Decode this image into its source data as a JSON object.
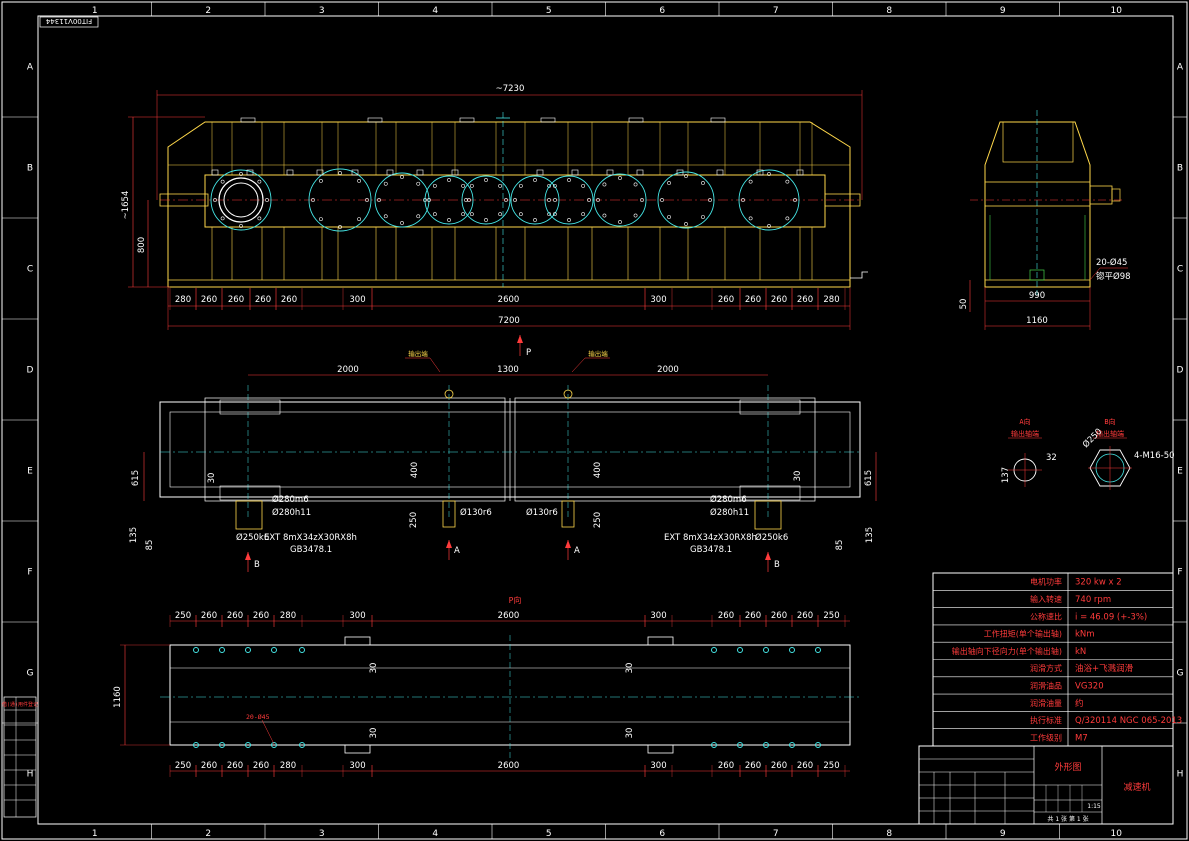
{
  "sheet": {
    "drawing_number": "FIT00V11344",
    "columns": [
      "1",
      "2",
      "3",
      "4",
      "5",
      "6",
      "7",
      "8",
      "9",
      "10"
    ],
    "rows": [
      "A",
      "B",
      "C",
      "D",
      "E",
      "F",
      "G",
      "H"
    ]
  },
  "colors": {
    "background": "#000000",
    "frame": "#ffffff",
    "dimension": "#ff3b3b",
    "outline": "#ffd84a",
    "centerline": "#45e6e6",
    "hidden": "#46d24a"
  },
  "front_view": {
    "overall_length_top": "~7230",
    "overall_height": "~1654",
    "center_height": "800",
    "bottom_dims": [
      "280",
      "260",
      "260",
      "260",
      "260",
      "300",
      "2600",
      "300",
      "260",
      "260",
      "260",
      "260",
      "280"
    ],
    "total_length": "7200",
    "view_arrow": "P"
  },
  "side_view": {
    "width_inner": "990",
    "width_outer": "1160",
    "base_height": "50",
    "bolt_note_1": "20-Ø45",
    "bolt_note_2": "锪平Ø98"
  },
  "top_view": {
    "dims_top": [
      "2000",
      "1300",
      "2000"
    ],
    "label_left_tag": "输出端",
    "label_right_tag": "输出端",
    "depth_left": "615",
    "depth_right": "615",
    "dim_30_left": "30",
    "dim_30_right": "30",
    "dim_400_left": "400",
    "dim_400_right": "400",
    "fit_left_1": "Ø280m6",
    "fit_left_2": "Ø280h11",
    "fit_right_1": "Ø280m6",
    "fit_right_2": "Ø280h11",
    "shaft_left": "Ø130r6",
    "shaft_right": "Ø130r6",
    "dim_250_left": "250",
    "dim_250_right": "250",
    "spline_left": "EXT 8mX34zX30RX8h",
    "std_left": "GB3478.1",
    "spline_right": "EXT 8mX34zX30RX8h",
    "std_right": "GB3478.1",
    "bore_left": "Ø250k6",
    "bore_right": "Ø250k6",
    "dim_135_left": "135",
    "dim_135_right": "135",
    "dim_85_left": "85",
    "dim_85_right": "85",
    "arrow_a": "A",
    "arrow_b": "B"
  },
  "detail_views": {
    "a_title_1": "A向",
    "a_title_2": "输出轴端",
    "a_dim": "32",
    "a_dim2": "137",
    "b_title_1": "B向",
    "b_title_2": "输出轴端",
    "b_note": "4-M16-50",
    "b_dim": "Ø250"
  },
  "foundation_view": {
    "title": "P向",
    "top_dims": [
      "250",
      "260",
      "260",
      "260",
      "280",
      "300",
      "2600",
      "300",
      "260",
      "260",
      "260",
      "260",
      "250"
    ],
    "bottom_dims": [
      "250",
      "260",
      "260",
      "260",
      "280",
      "300",
      "2600",
      "300",
      "260",
      "260",
      "260",
      "260",
      "250"
    ],
    "height": "1160",
    "bolt_callout": "20-Ø45",
    "dim_30": "30"
  },
  "tech_table": [
    {
      "label": "电机功率",
      "value": "320 kw x 2"
    },
    {
      "label": "输入转速",
      "value": "740 rpm"
    },
    {
      "label": "公称速比",
      "value": "i = 46.09 (+-3%)"
    },
    {
      "label": "工作扭矩(单个输出轴)",
      "value": "kNm"
    },
    {
      "label": "输出轴向下径向力(单个输出轴)",
      "value": "kN"
    },
    {
      "label": "润滑方式",
      "value": "油浴+飞溅润滑"
    },
    {
      "label": "润滑油品",
      "value": "VG320"
    },
    {
      "label": "润滑油量",
      "value": "约"
    },
    {
      "label": "执行标准",
      "value": "Q/320114 NGC 065-2013"
    },
    {
      "label": "工作级别",
      "value": "M7"
    }
  ],
  "title_block": {
    "drawing_name": "外形图",
    "product_name": "减速机",
    "scale": "1:15",
    "sheet_info": "共 1 张  第 1 张"
  },
  "left_margin_box": {
    "label": "借(通)用件登记"
  }
}
